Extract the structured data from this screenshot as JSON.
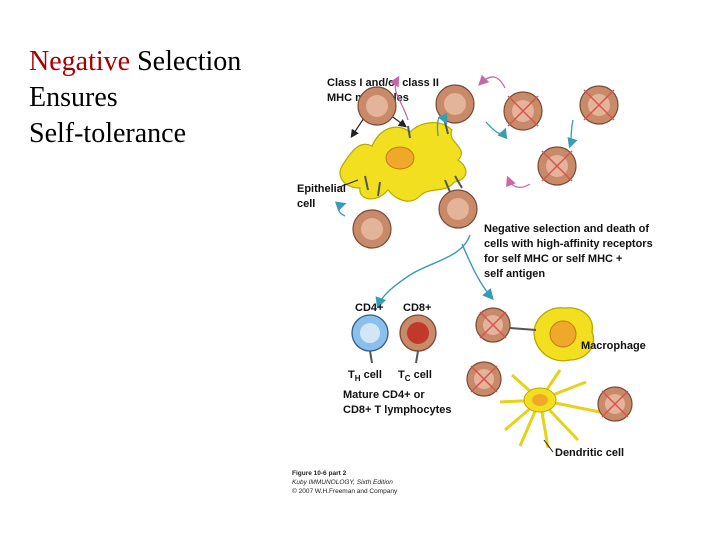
{
  "slide": {
    "title_line1_highlight": "Negative",
    "title_line1_rest": " Selection",
    "title_line2": "Ensures",
    "title_line3": "Self-tolerance",
    "highlight_color": "#a30000"
  },
  "figure": {
    "label_mhc_line1": "Class I and/or class II",
    "label_mhc_line2": "MHC molecules",
    "label_epithelial_line1": "Epithelial",
    "label_epithelial_line2": "cell",
    "label_negsel_line1": "Negative selection and death of",
    "label_negsel_line2": "cells with high-affinity receptors",
    "label_negsel_line3": "for self MHC or self MHC +",
    "label_negsel_line4": "self antigen",
    "label_cd4": "CD4+",
    "label_cd8": "CD8+",
    "label_th_main": "T",
    "label_th_sub": "H",
    "label_th_rest": " cell",
    "label_tc_main": "T",
    "label_tc_sub": "C",
    "label_tc_rest": " cell",
    "label_mature_line1": "Mature CD4+ or",
    "label_mature_line2": "CD8+ T lymphocytes",
    "label_macrophage": "Macrophage",
    "label_dendritic": "Dendritic cell",
    "caption_line1": "Figure 10-6 part 2",
    "caption_line2": "Kuby IMMUNOLOGY, Sixth Edition",
    "caption_line3": "© 2007 W.H.Freeman and Company",
    "colors": {
      "thymocyte": "#c98a6a",
      "thymocyte_nucleus": "#e3b39a",
      "epithelial": "#f2e020",
      "cross": "#d9534f",
      "arrow_teal": "#3a9bb7",
      "arrow_pink": "#c46aa8",
      "cd4_cell": "#8cc0ec",
      "cd8_cell": "#c0392b"
    }
  }
}
